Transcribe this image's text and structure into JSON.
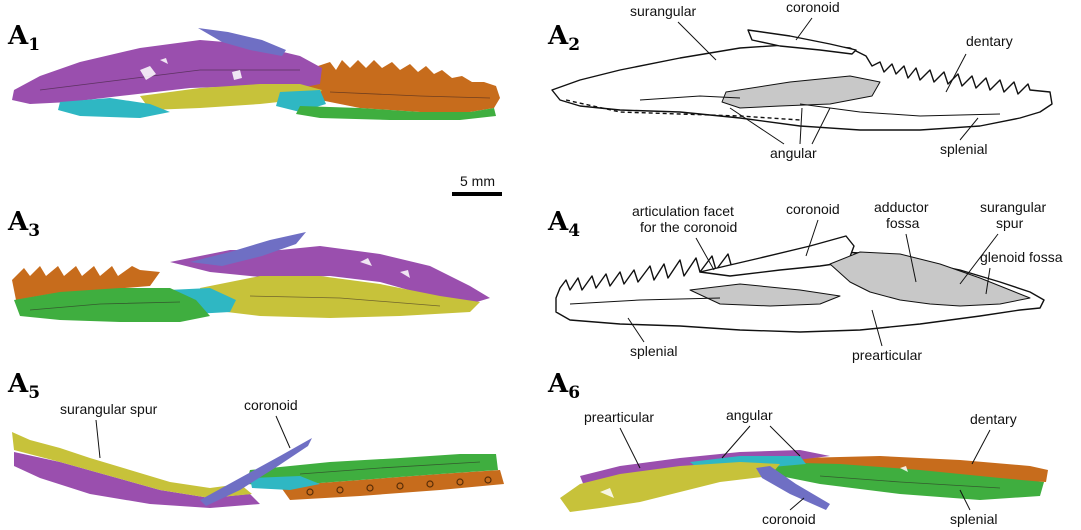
{
  "panels": {
    "a1": {
      "letter": "A",
      "number": "1"
    },
    "a2": {
      "letter": "A",
      "number": "2"
    },
    "a3": {
      "letter": "A",
      "number": "3"
    },
    "a4": {
      "letter": "A",
      "number": "4"
    },
    "a5": {
      "letter": "A",
      "number": "5"
    },
    "a6": {
      "letter": "A",
      "number": "6"
    }
  },
  "scale_bar": {
    "label": "5 mm"
  },
  "labels": {
    "a2": {
      "surangular": "surangular",
      "coronoid": "coronoid",
      "dentary": "dentary",
      "angular": "angular",
      "splenial": "splenial"
    },
    "a4": {
      "articulation_1": "articulation facet",
      "articulation_2": "for the coronoid",
      "coronoid": "coronoid",
      "adductor_1": "adductor",
      "adductor_2": "fossa",
      "surangular_1": "surangular",
      "surangular_2": "spur",
      "glenoid": "glenoid fossa",
      "splenial": "splenial",
      "prearticular": "prearticular"
    },
    "a5": {
      "surangular_spur": "surangular spur",
      "coronoid": "coronoid"
    },
    "a6": {
      "prearticular": "prearticular",
      "angular": "angular",
      "dentary": "dentary",
      "coronoid": "coronoid",
      "splenial": "splenial"
    }
  },
  "colors": {
    "surangular": "#9a4fae",
    "coronoid": "#6f6fc4",
    "dentary": "#c76c1c",
    "angular": "#2fb7c3",
    "splenial": "#3fae3f",
    "prearticular": "#c7c23a",
    "fossa_gray": "#c8c8c8"
  }
}
